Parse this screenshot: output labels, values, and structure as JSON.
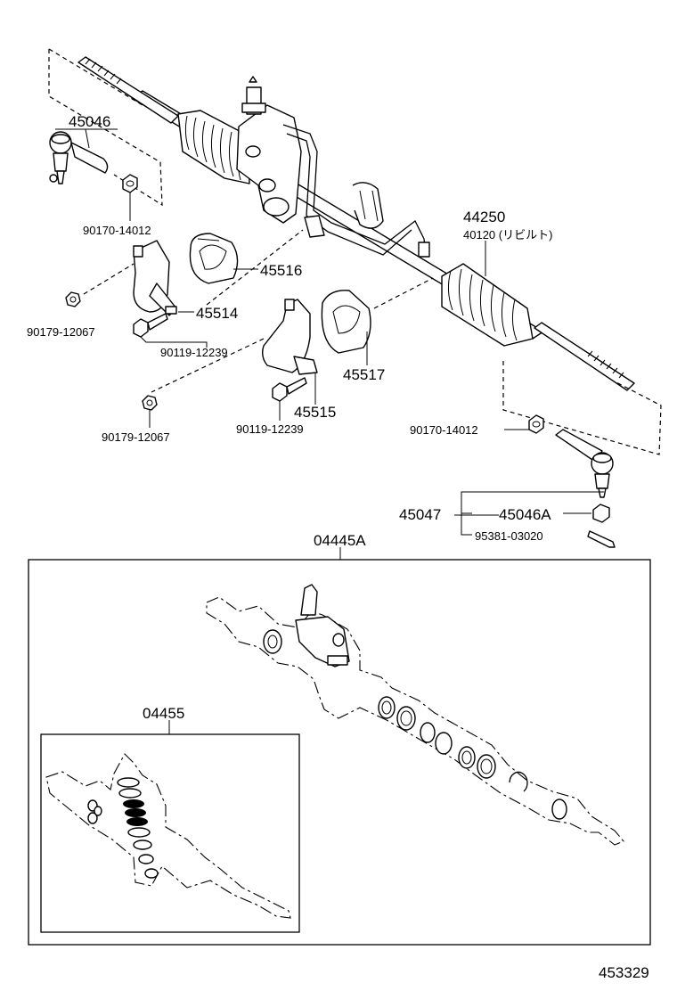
{
  "labels": {
    "tie_rod_end_left": "45046",
    "nut_left": "90170-14012",
    "nut_bracket_upper": "90179-12067",
    "bolt_upper": "90119-12239",
    "nut_bracket_lower": "90179-12067",
    "bracket_left": "45514",
    "grommet_left": "45516",
    "bracket_right": "45515",
    "bolt_lower": "90119-12239",
    "grommet_right": "45517",
    "gear_assembly": "44250",
    "gear_assembly_rebuilt": "40120 (リビルト)",
    "nut_right": "90170-14012",
    "tie_rod_end_right": "45047",
    "tie_rod_end_sub": "45046A",
    "cotter_pin": "95381-03020",
    "gasket_kit": "04445A",
    "seal_kit": "04455",
    "diagram_number": "453329"
  },
  "icons": [
    "rack-housing",
    "bellows-boot",
    "tie-rod-end",
    "hex-nut",
    "mounting-bracket",
    "rubber-grommet",
    "flange-bolt",
    "cotter-pin",
    "o-ring",
    "oil-seal"
  ]
}
